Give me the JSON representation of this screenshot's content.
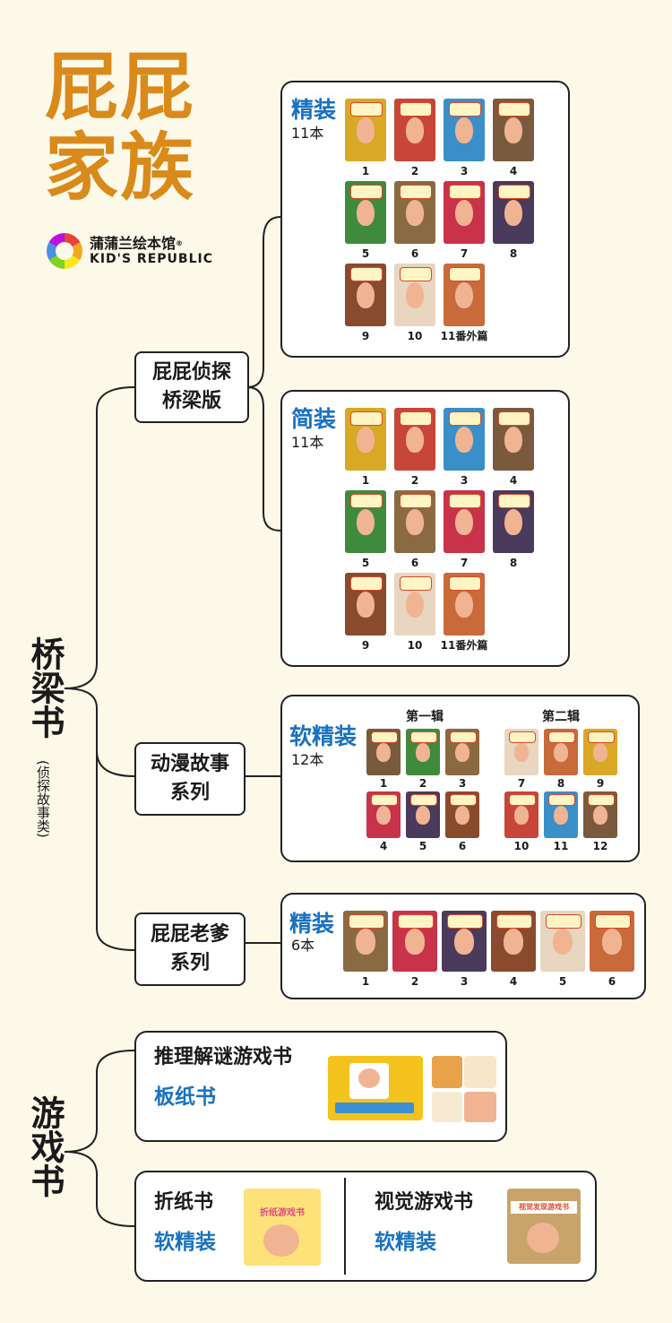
{
  "header": {
    "title_line1": "屁屁",
    "title_line2": "家族",
    "logo_cn": "蒲蒲兰绘本馆",
    "logo_en": "KID'S REPUBLIC",
    "logo_reg": "®"
  },
  "bridge": {
    "label": "桥梁书",
    "sublabel": "(侦探故事类)"
  },
  "game": {
    "label": "游戏书"
  },
  "nodes": {
    "detective": [
      "屁屁侦探",
      "桥梁版"
    ],
    "anime": [
      "动漫故事",
      "系列"
    ],
    "dad": [
      "屁屁老爹",
      "系列"
    ]
  },
  "panels": {
    "hard": {
      "title": "精装",
      "count": "11本",
      "labels": [
        "1",
        "2",
        "3",
        "4",
        "5",
        "6",
        "7",
        "8",
        "9",
        "10",
        "11番外篇"
      ]
    },
    "paper": {
      "title": "简装",
      "count": "11本",
      "labels": [
        "1",
        "2",
        "3",
        "4",
        "5",
        "6",
        "7",
        "8",
        "9",
        "10",
        "11番外篇"
      ]
    },
    "soft": {
      "title": "软精装",
      "count": "12本",
      "group1": "第一辑",
      "group2": "第二辑",
      "labels": [
        "1",
        "2",
        "3",
        "4",
        "5",
        "6",
        "7",
        "8",
        "9",
        "10",
        "11",
        "12"
      ]
    },
    "dad": {
      "title": "精装",
      "count": "6本",
      "labels": [
        "1",
        "2",
        "3",
        "4",
        "5",
        "6"
      ]
    }
  },
  "games": {
    "puzzle_title": "推理解谜游戏书",
    "puzzle_sub": "板纸书",
    "origami_title": "折纸书",
    "origami_sub": "软精装",
    "visual_title": "视觉游戏书",
    "visual_sub": "软精装",
    "origami_cover_text": "折纸游戏书",
    "visual_cover_text": "视觉发现游戏书"
  },
  "colors": {
    "title": "#d98a1b",
    "accent_blue": "#1a72c0",
    "background": "#fcf9e9"
  }
}
